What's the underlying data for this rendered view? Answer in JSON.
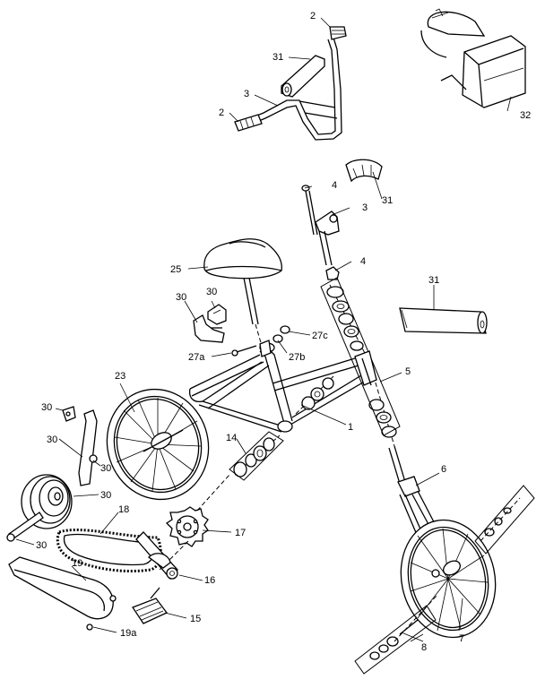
{
  "callouts": {
    "c2a": "2",
    "c31a": "31",
    "c3a": "3",
    "c2b": "2",
    "c32": "32",
    "c4a": "4",
    "c31b": "31",
    "c3b": "3",
    "c4b": "4",
    "c25": "25",
    "c31c": "31",
    "c30a": "30",
    "c30b": "30",
    "c27c": "27c",
    "c27a": "27a",
    "c27b": "27b",
    "c5": "5",
    "c23": "23",
    "c30c": "30",
    "c14": "14",
    "c1": "1",
    "c30d": "30",
    "c30e": "30",
    "c6": "6",
    "c30f": "30",
    "c18": "18",
    "c17": "17",
    "c30g": "30",
    "c19": "19",
    "c16": "16",
    "c15": "15",
    "c19a": "19a",
    "c8": "8",
    "c7": "7"
  }
}
